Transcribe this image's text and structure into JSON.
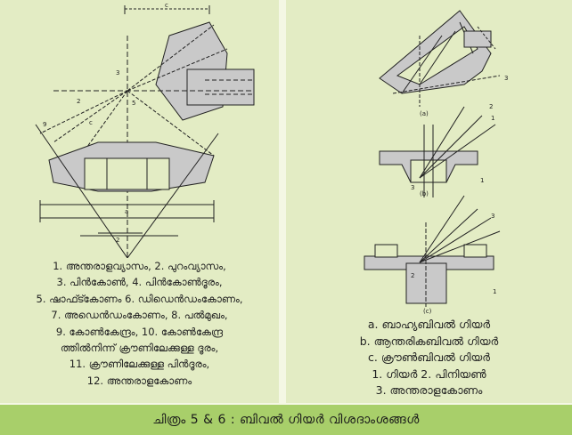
{
  "left_legend": [
    "1. അന്തരാളവ്യാസം, 2. പുറംവ്യാസം,",
    "3. പിൻകോൺ, 4. പിൻകോൺദൂരം,",
    "5. ഷാഫ്ട്കോണം 6. ഡിഡെൻഡംകോണം,",
    "7. അഡെൻഡംകോണം, 8. പൽമുഖം,",
    "9. കോൺകേന്ദ്രം, 10. കോൺകേന്ദ്ര",
    "ത്തിൽനിന്ന് ക്രൗണിലേക്കുള്ള ദൂരം,",
    "11. ക്രൗണിലേക്കുള്ള പിൻദൂരം,",
    "12. അന്തരാളകോണം"
  ],
  "right_legend": [
    "a. ബാഹ്യബിവൽ ഗിയർ",
    "b. ആന്തരികബിവൽ ഗിയർ",
    "c. ക്രൗൺബിവൽ ഗിയർ",
    "1. ഗിയർ 2. പിനിയൺ",
    "3. അന്തരാളകോണം"
  ],
  "caption": "ചിത്രം 5 & 6 : ബിവൽ ഗിയർ വിശദാംശങ്ങൾ",
  "diagram_labels": {
    "left": {
      "top_dim": "c",
      "apex": "3",
      "l2": "2",
      "l9": "9",
      "lc": "c",
      "l5": "5",
      "bottom": "a",
      "lower": "2"
    },
    "right": {
      "a": "(a)",
      "b": "(b)",
      "c": "(c)",
      "a1": "1",
      "a2": "2",
      "a3": "3",
      "b1": "1",
      "b3": "3",
      "c3": "3",
      "c1": "1",
      "c2": "2"
    }
  },
  "colors": {
    "background": "#e3ecc4",
    "caption_bar": "#a8cf6a",
    "divider": "#f4f7e4"
  }
}
